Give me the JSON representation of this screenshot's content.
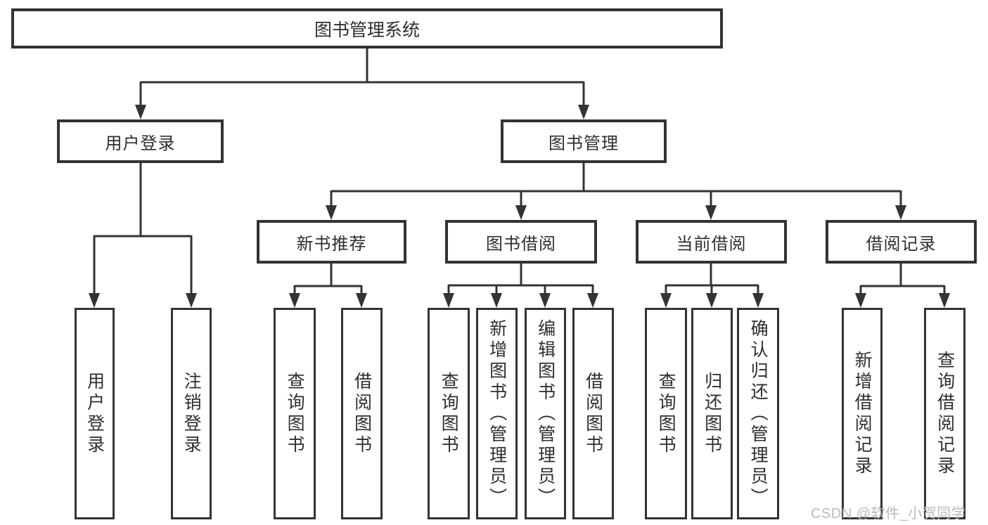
{
  "root": {
    "label": "图书管理系统"
  },
  "level2": {
    "user_login": {
      "label": "用户登录"
    },
    "book_management": {
      "label": "图书管理"
    }
  },
  "level3": {
    "new_book_recommend": {
      "label": "新书推荐"
    },
    "book_borrow": {
      "label": "图书借阅"
    },
    "current_borrow": {
      "label": "当前借阅"
    },
    "borrow_records": {
      "label": "借阅记录"
    }
  },
  "leaves": {
    "user_login": {
      "label": "用户登录"
    },
    "logout": {
      "label": "注销登录"
    },
    "query_book_recommend": {
      "label": "查询图书"
    },
    "borrow_book_recommend": {
      "label": "借阅图书"
    },
    "query_book_borrow": {
      "label": "查询图书"
    },
    "add_book": {
      "label": "新增图书（管理员）"
    },
    "edit_book": {
      "label": "编辑图书（管理员）"
    },
    "borrow_book_borrow": {
      "label": "借阅图书"
    },
    "query_book_current": {
      "label": "查询图书"
    },
    "return_book": {
      "label": "归还图书"
    },
    "confirm_return": {
      "label": "确认归还（管理员）"
    },
    "add_borrow_record": {
      "label": "新增借阅记录"
    },
    "query_borrow_record": {
      "label": "查询借阅记录"
    }
  },
  "watermark": {
    "text": "CSDN @软件_小贺同学"
  },
  "colors": {
    "line": "#333333",
    "text": "#2e2e2e",
    "watermark": "#bababa",
    "background": "#ffffff"
  }
}
